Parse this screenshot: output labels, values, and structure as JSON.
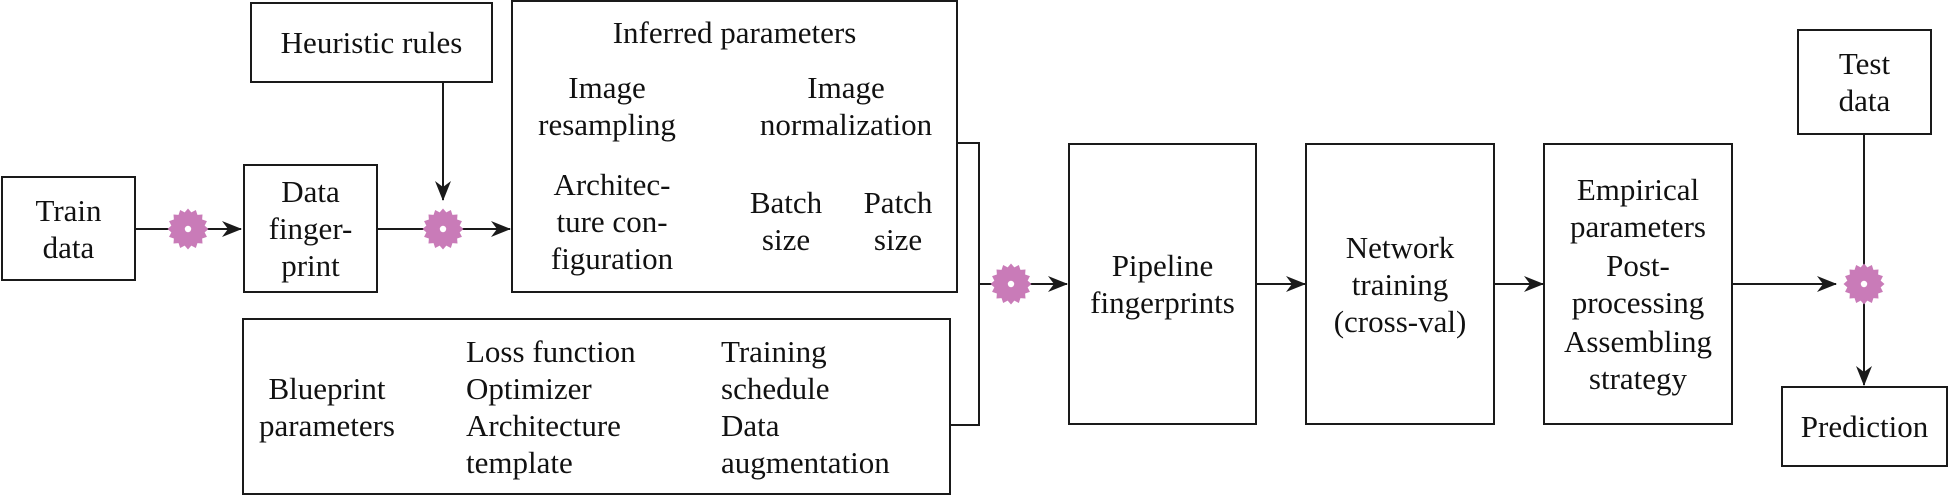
{
  "diagram": {
    "nodes": {
      "train_data": {
        "lines": [
          "Train",
          "data"
        ]
      },
      "data_fingerprint": {
        "lines": [
          "Data",
          "finger-",
          "print"
        ]
      },
      "heuristic_rules": {
        "lines": [
          "Heuristic rules"
        ]
      },
      "inferred_parameters": {
        "title": "Inferred parameters",
        "image_resampling": [
          "Image",
          "resampling"
        ],
        "image_normalization": [
          "Image",
          "normalization"
        ],
        "architecture_configuration": [
          "Architec-",
          "ture con-",
          "figuration"
        ],
        "batch_size": [
          "Batch",
          "size"
        ],
        "patch_size": [
          "Patch",
          "size"
        ]
      },
      "blueprint_parameters": {
        "title": [
          "Blueprint",
          "parameters"
        ],
        "col1": [
          "Loss function",
          "Optimizer",
          "Architecture",
          "template"
        ],
        "col2": [
          "Training",
          "schedule",
          "Data",
          "augmentation"
        ]
      },
      "pipeline_fingerprints": {
        "lines": [
          "Pipeline",
          "fingerprints"
        ]
      },
      "network_training": {
        "lines": [
          "Network",
          "training",
          "(cross-val)"
        ]
      },
      "empirical_parameters": {
        "title": [
          "Empirical",
          "parameters"
        ],
        "items": [
          [
            "Post-",
            "processing"
          ],
          [
            "Assembling",
            "strategy"
          ]
        ]
      },
      "test_data": {
        "lines": [
          "Test",
          "data"
        ]
      },
      "prediction": {
        "lines": [
          "Prediction"
        ]
      }
    },
    "edges": [
      {
        "from": "train_data",
        "to": "data_fingerprint",
        "via": "gear-icon"
      },
      {
        "from": "data_fingerprint",
        "to": "inferred_parameters",
        "via": "gear-icon"
      },
      {
        "from": "heuristic_rules",
        "to": "inferred_parameters",
        "via": "gear-icon"
      },
      {
        "from": "inferred_parameters",
        "to": "pipeline_fingerprints",
        "via": "gear-icon"
      },
      {
        "from": "blueprint_parameters",
        "to": "pipeline_fingerprints",
        "via": "gear-icon"
      },
      {
        "from": "pipeline_fingerprints",
        "to": "network_training"
      },
      {
        "from": "network_training",
        "to": "empirical_parameters"
      },
      {
        "from": "empirical_parameters",
        "to": "prediction",
        "via": "gear-icon"
      },
      {
        "from": "test_data",
        "to": "prediction",
        "via": "gear-icon"
      }
    ],
    "colors": {
      "gear": "#c97bb8",
      "stroke": "#1a1a1a"
    }
  }
}
